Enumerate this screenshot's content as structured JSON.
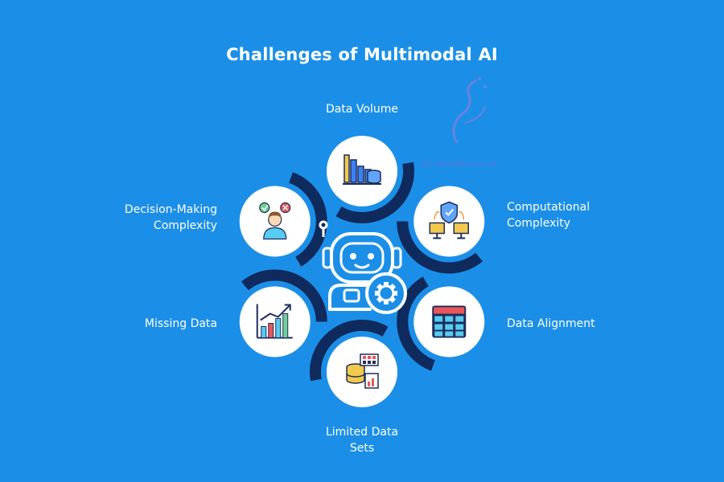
{
  "title": "Challenges of Multimodal AI",
  "nodes": [
    {
      "id": "data-volume",
      "lines": [
        "Data Volume"
      ],
      "icon": "bar-chart-database-icon"
    },
    {
      "id": "computational-complexity",
      "lines": [
        "Computational",
        "Complexity"
      ],
      "icon": "shield-network-computers-icon"
    },
    {
      "id": "data-alignment",
      "lines": [
        "Data Alignment"
      ],
      "icon": "table-grid-icon"
    },
    {
      "id": "limited-data-sets",
      "lines": [
        "Limited Data",
        "Sets"
      ],
      "icon": "database-tables-icon"
    },
    {
      "id": "missing-data",
      "lines": [
        "Missing Data"
      ],
      "icon": "trend-chart-icon"
    },
    {
      "id": "decision-making-complexity",
      "lines": [
        "Decision-Making",
        "Complexity"
      ],
      "icon": "person-choices-icon"
    }
  ],
  "center_icon": "robot-gear-icon",
  "watermark": "ilm.ahmadfinance.pk",
  "colors": {
    "background": "#1b8fe8",
    "arc": "#0f2a5c",
    "node_fill": "#ffffff",
    "text": "#ffffff"
  }
}
